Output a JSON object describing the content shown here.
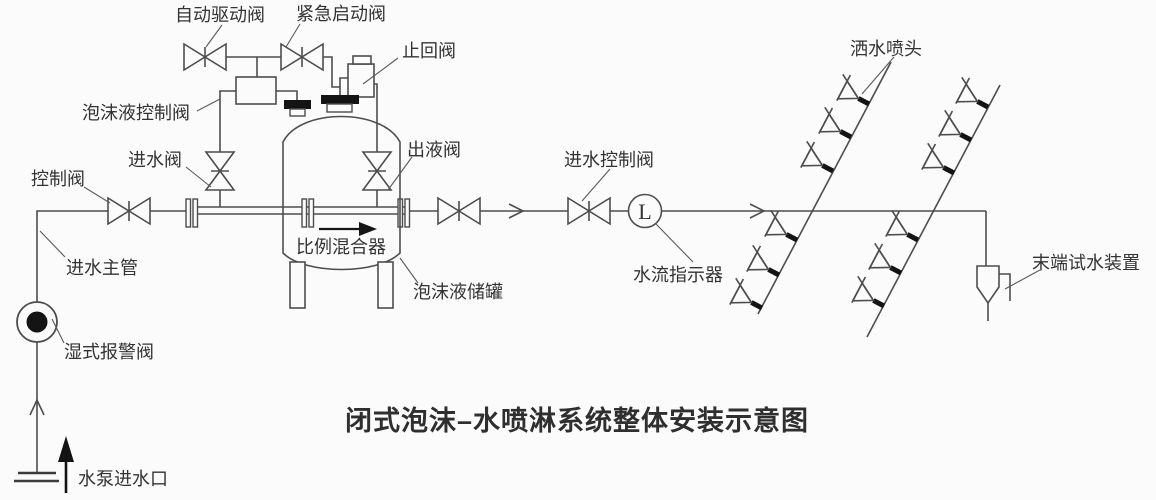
{
  "diagram": {
    "title": "闭式泡沫–水喷淋系统整体安装示意图",
    "flow_indicator_letter": "L",
    "labels": {
      "auto_drive_valve": "自动驱动阀",
      "emergency_start_valve": "紧急启动阀",
      "check_valve": "止回阀",
      "foam_liquid_control_valve": "泡沫液控制阀",
      "water_inlet_valve": "进水阀",
      "control_valve": "控制阀",
      "liquid_outlet_valve": "出液阀",
      "water_inlet_control_valve": "进水控制阀",
      "sprinkler_heads": "洒水喷头",
      "water_inlet_main": "进水主管",
      "proportioning_mixer": "比例混合器",
      "foam_liquid_tank": "泡沫液储罐",
      "water_flow_indicator": "水流指示器",
      "end_test_device": "末端试水装置",
      "wet_alarm_valve": "湿式报警阀",
      "pump_water_inlet": "水泵进水口"
    },
    "colors": {
      "line": "#4d4d4d",
      "solid_black": "#141414",
      "text": "#333333",
      "background": "#fbfbfb"
    }
  }
}
